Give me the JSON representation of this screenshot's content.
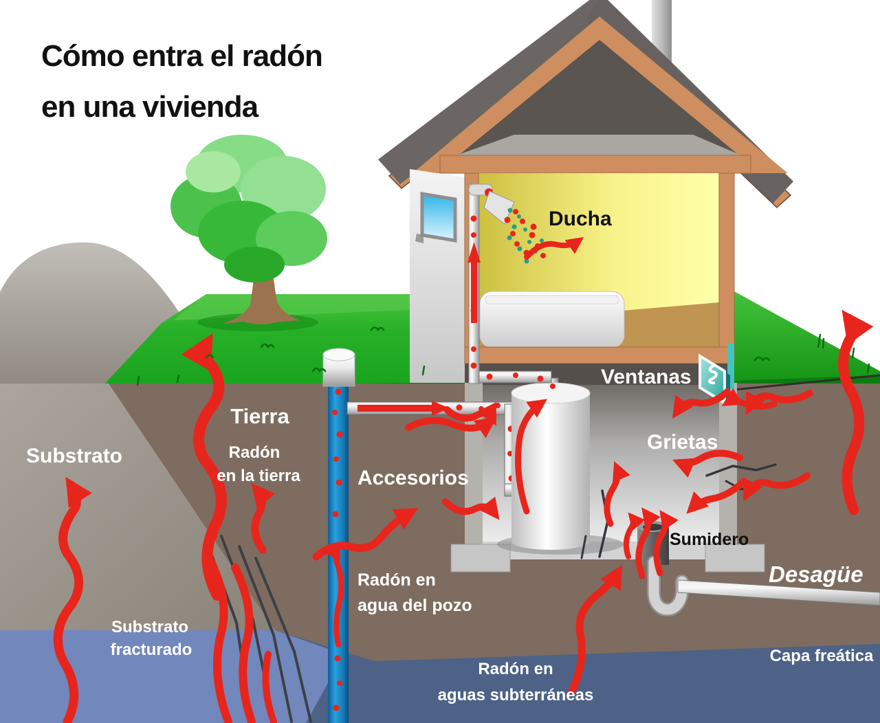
{
  "title": {
    "line1": "Cómo entra el radón",
    "line2": "en una vivienda"
  },
  "labels": {
    "ducha": "Ducha",
    "ventanas": "Ventanas",
    "grietas": "Grietas",
    "tierra": "Tierra",
    "tierra_sub_line1": "Radón",
    "tierra_sub_line2": "en la tierra",
    "substrato": "Substrato",
    "accesorios": "Accesorios",
    "substrato_fracturado_line1": "Substrato",
    "substrato_fracturado_line2": "fracturado",
    "pozo_line1": "Radón en",
    "pozo_line2": "agua del pozo",
    "sumidero": "Sumidero",
    "desague": "Desagüe",
    "aguas_line1": "Radón en",
    "aguas_line2": "aguas subterráneas",
    "capa_freatica": "Capa freática"
  },
  "colors": {
    "radon_red": "#e8251c",
    "grass_green": "#28b028",
    "soil_brown": "#7e6c60",
    "rock_gray": "#9a948e",
    "water_dark": "#4d6286",
    "water_light": "#7287bc",
    "roof_gray": "#6b6663",
    "wood_trim": "#cf8e5f",
    "room_yellow": "#f5ee7a",
    "pipe_blue": "#2aa0e0",
    "label_white": "#ffffff",
    "label_dark": "#111111"
  }
}
